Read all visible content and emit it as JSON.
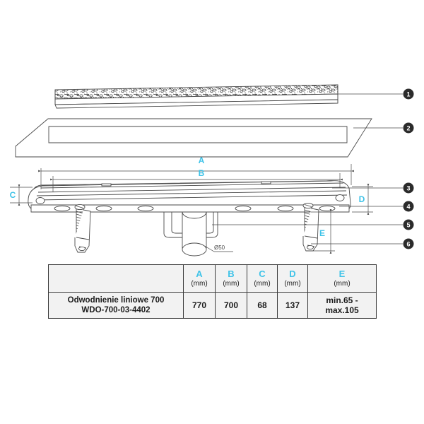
{
  "document": {
    "type": "technical-drawing",
    "subject": "Linear shower drain exploded assembly drawing"
  },
  "drawing": {
    "dimension_labels": {
      "A": "A",
      "B": "B",
      "C": "C",
      "D": "D",
      "E": "E"
    },
    "pipe_diameter_label": "Ø50",
    "callouts": [
      {
        "number": "1",
        "target": "decorative-grate"
      },
      {
        "number": "2",
        "target": "cover-plate"
      },
      {
        "number": "3",
        "target": "channel-top-edge"
      },
      {
        "number": "4",
        "target": "mounting-flange"
      },
      {
        "number": "5",
        "target": "outlet-trap-body"
      },
      {
        "number": "6",
        "target": "adjustable-leg-foot"
      }
    ]
  },
  "table": {
    "headers": [
      {
        "letter": "",
        "unit": ""
      },
      {
        "letter": "A",
        "unit": "(mm)"
      },
      {
        "letter": "B",
        "unit": "(mm)"
      },
      {
        "letter": "C",
        "unit": "(mm)"
      },
      {
        "letter": "D",
        "unit": "(mm)"
      },
      {
        "letter": "E",
        "unit": "(mm)"
      }
    ],
    "rows": [
      {
        "name_line1": "Odwodnienie liniowe 700",
        "name_line2": "WDO-700-03-4402",
        "A": "770",
        "B": "700",
        "C": "68",
        "D": "137",
        "E": "min.65 - max.105"
      }
    ]
  },
  "colors": {
    "dimension_accent": "#3fc3e8",
    "line": "#4a4a4a",
    "text": "#1c1c1c",
    "table_fill": "#f2f2f2",
    "callout_fill": "#2b2b2b"
  }
}
